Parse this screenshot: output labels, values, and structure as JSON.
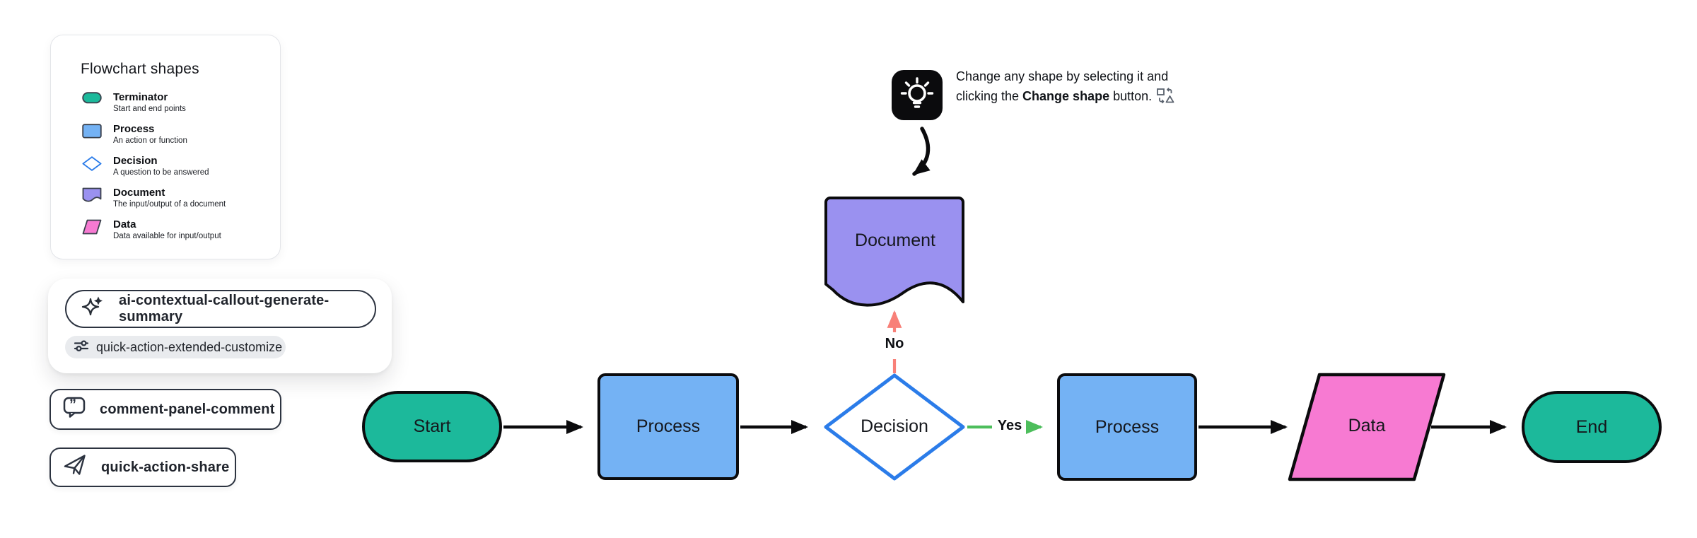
{
  "app": {
    "type": "flowchart-canvas",
    "background": "#ffffff"
  },
  "legend": {
    "title": "Flowchart shapes",
    "items": [
      {
        "name": "Terminator",
        "desc": "Start and end points",
        "icon": "terminator-shape-icon",
        "color": "#1CB99B"
      },
      {
        "name": "Process",
        "desc": "An action or function",
        "icon": "process-shape-icon",
        "color": "#74B2F4"
      },
      {
        "name": "Decision",
        "desc": "A question to be answered",
        "icon": "decision-shape-icon",
        "color": "#2B7CE9"
      },
      {
        "name": "Document",
        "desc": "The input/output of a document",
        "icon": "document-shape-icon",
        "color": "#9A91F0"
      },
      {
        "name": "Data",
        "desc": "Data available for input/output",
        "icon": "data-shape-icon",
        "color": "#F77AD2"
      }
    ]
  },
  "actions": {
    "ai": {
      "label": "ai-contextual-callout-generate-summary",
      "icon": "sparkles-icon"
    },
    "customize": {
      "label": "quick-action-extended-customize",
      "icon": "sliders-icon"
    },
    "comment": {
      "label": "comment-panel-comment",
      "icon": "comment-icon"
    },
    "share": {
      "label": "quick-action-share",
      "icon": "paper-plane-icon"
    }
  },
  "tip": {
    "icon": "lightbulb-icon",
    "line1": "Change any shape by selecting it and",
    "line2_prefix": "clicking the ",
    "line2_bold": "Change shape",
    "line2_suffix": " button.",
    "suffix_icon": "change-shape-icon"
  },
  "flow": {
    "nodes": {
      "start": "Start",
      "process1": "Process",
      "decision": "Decision",
      "document": "Document",
      "process2": "Process",
      "data": "Data",
      "end": "End"
    },
    "labels": {
      "yes": "Yes",
      "no": "No"
    },
    "colors": {
      "terminator_fill": "#1CB99B",
      "process_fill": "#74B2F4",
      "decision_border": "#2B7CE9",
      "document_fill": "#9A91F0",
      "data_fill": "#F77AD2",
      "edge": "#0B0B0D",
      "yes_edge": "#4DBE5C",
      "no_edge": "#F88078"
    }
  }
}
